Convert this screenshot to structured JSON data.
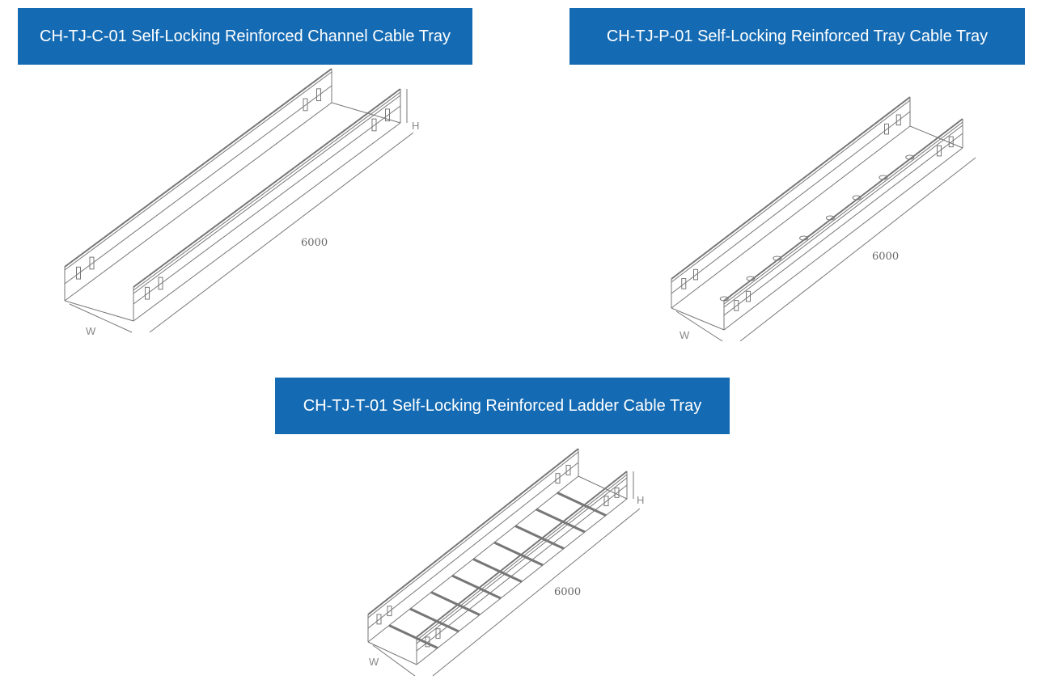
{
  "products": [
    {
      "title": "CH-TJ-C-01 Self-Locking Reinforced Channel Cable Tray",
      "length_label": "6000",
      "width_label": "W",
      "height_label": "H",
      "type": "channel"
    },
    {
      "title": "CH-TJ-P-01 Self-Locking Reinforced Tray Cable Tray",
      "length_label": "6000",
      "width_label": "W",
      "type": "perforated"
    },
    {
      "title": "CH-TJ-T-01 Self-Locking Reinforced Ladder Cable Tray",
      "length_label": "6000",
      "width_label": "W",
      "height_label": "H",
      "type": "ladder"
    }
  ],
  "colors": {
    "banner": "#156bb3",
    "banner_text": "#ffffff",
    "line": "#777777"
  }
}
